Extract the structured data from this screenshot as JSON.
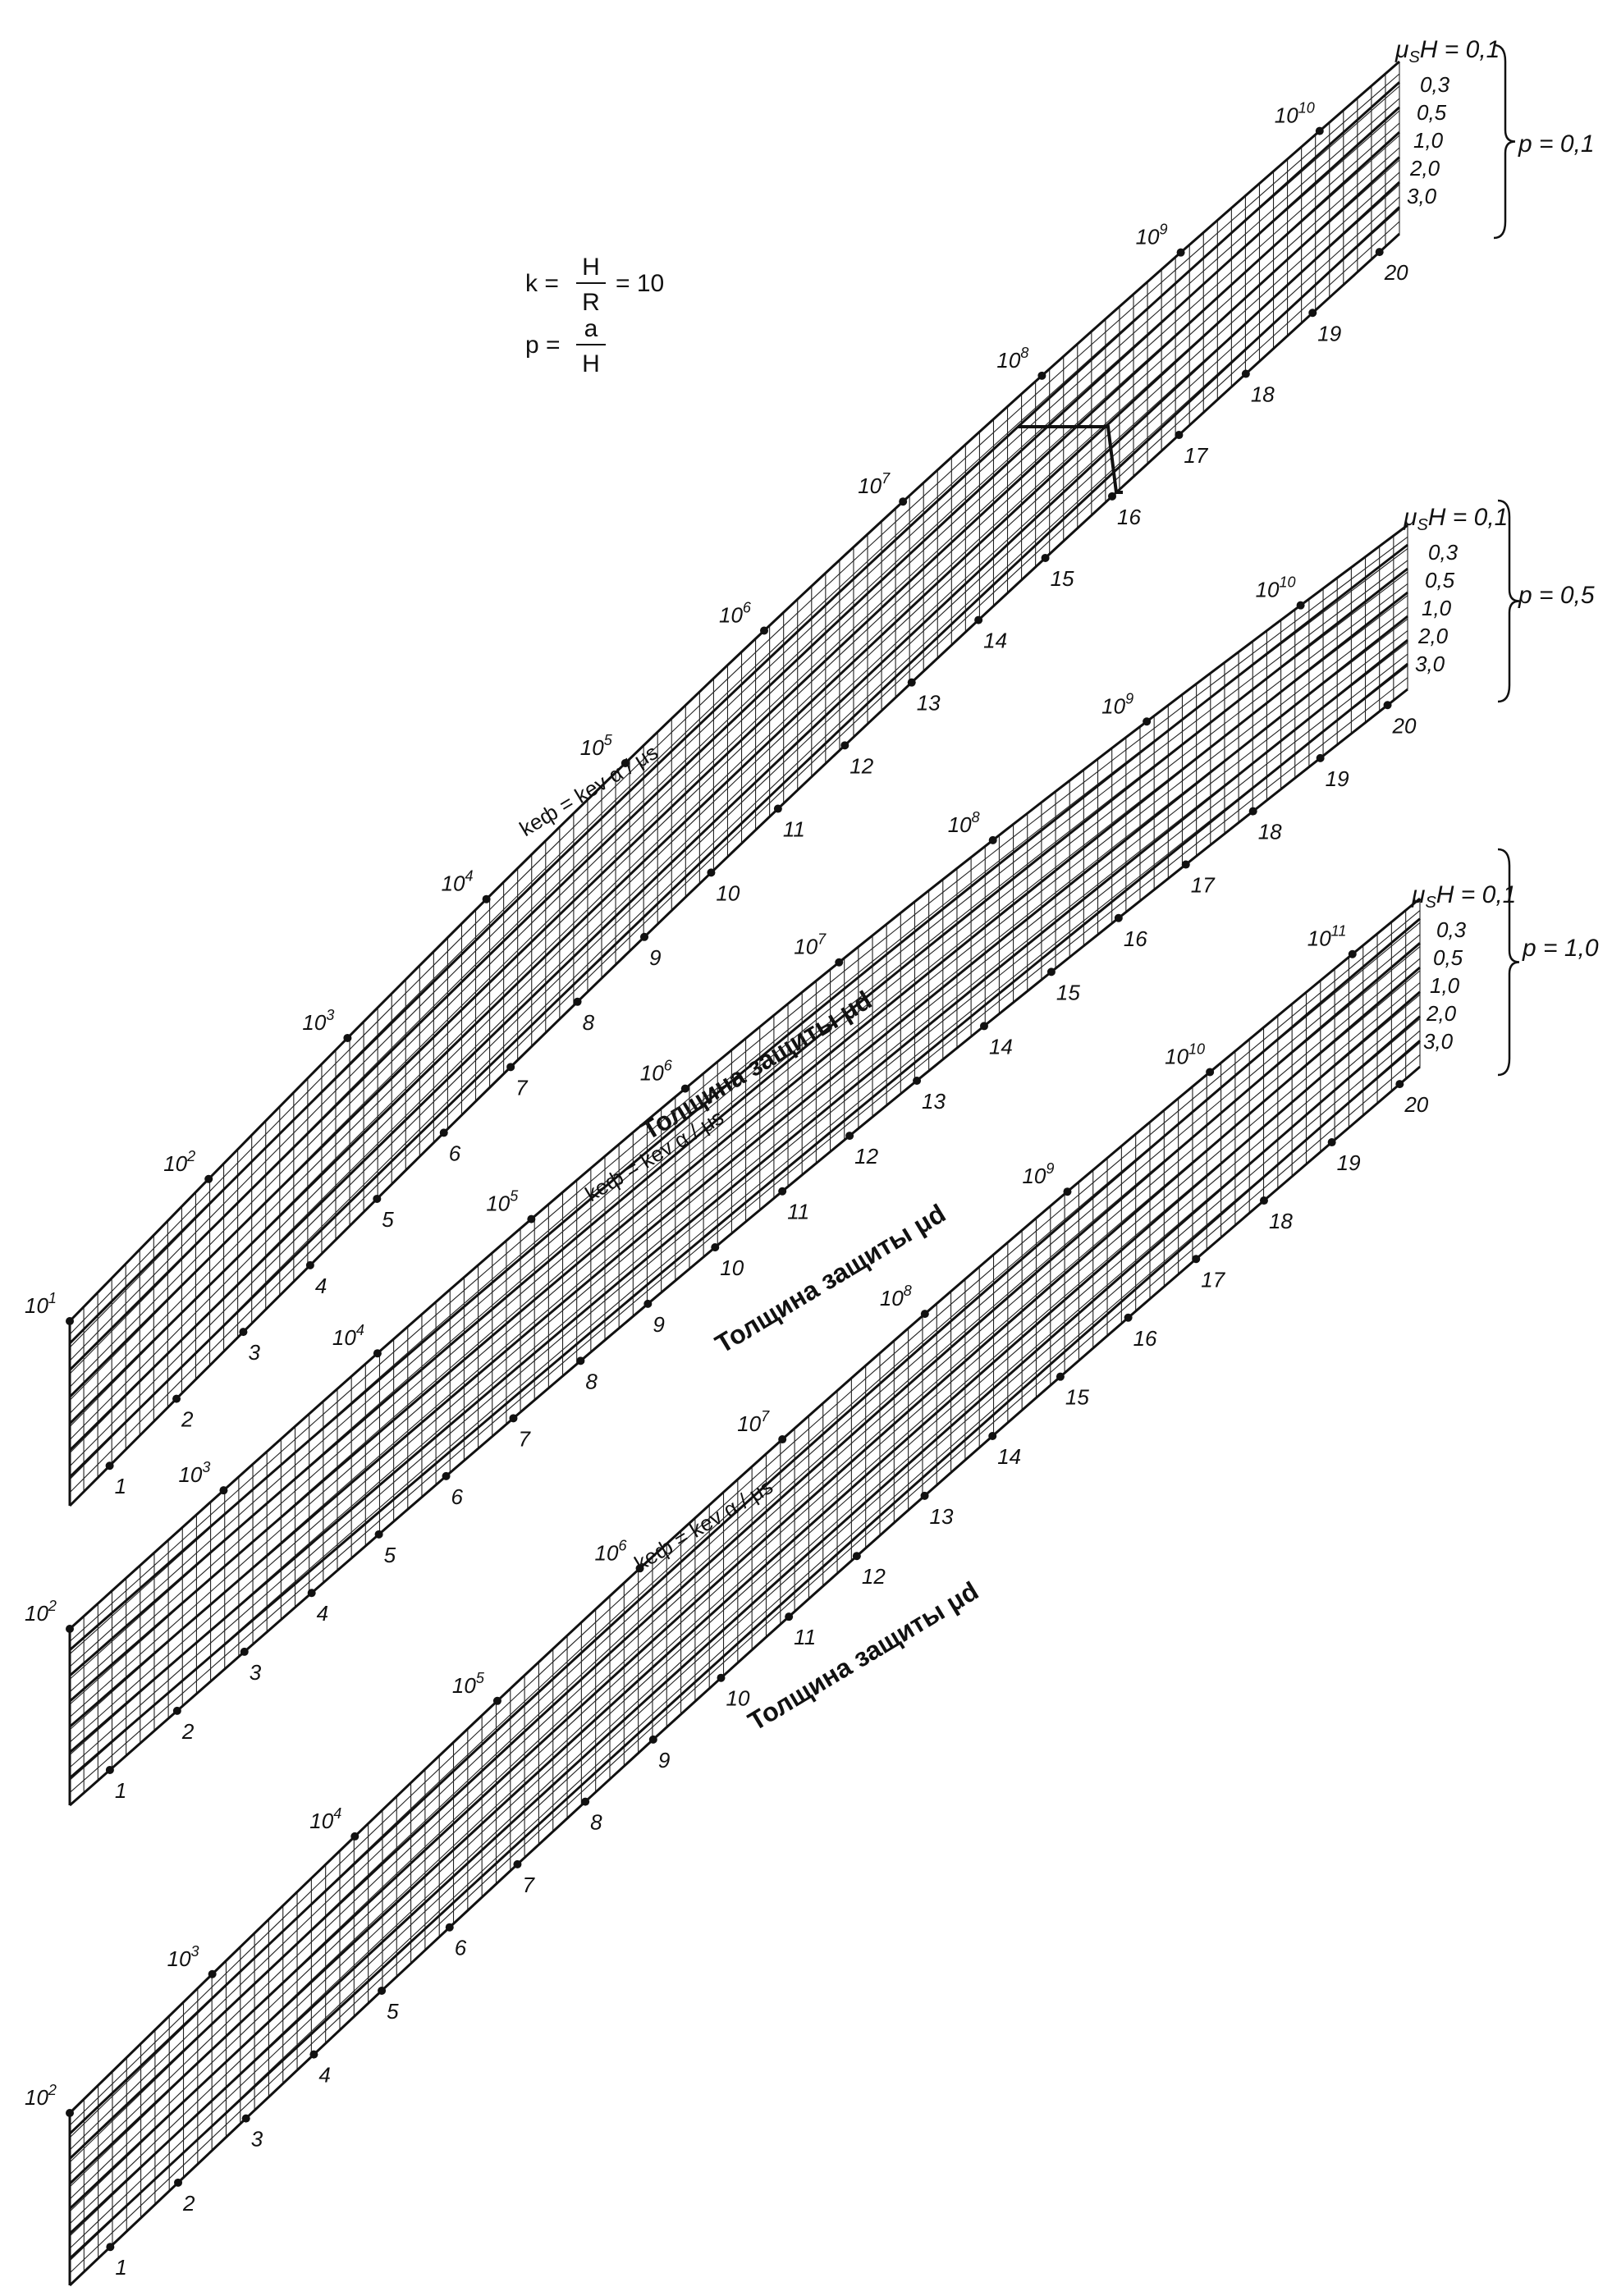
{
  "formulas": {
    "k_lhs": "k =",
    "k_num": "H",
    "k_den": "R",
    "k_rhs": "= 10",
    "p_lhs": "p =",
    "p_num": "a",
    "p_den": "H"
  },
  "chart_data": [
    {
      "type": "nomogram",
      "p_label": "p = 0,1",
      "mu_label": "μ",
      "mu_sub": "S",
      "mu_rest": "H = 0,1",
      "curve_labels": [
        "0,3",
        "0,5",
        "1,0",
        "2,0",
        "3,0"
      ],
      "keff_label": "kеф = kev α / μs",
      "thickness_label": "Толщина защиты μd",
      "k_start": 1,
      "k_ticks": [
        {
          "exp": "1",
          "base": "10"
        },
        {
          "exp": "2",
          "base": "10"
        },
        {
          "exp": "3",
          "base": "10"
        },
        {
          "exp": "4",
          "base": "10"
        },
        {
          "exp": "5",
          "base": "10"
        },
        {
          "exp": "6",
          "base": "10"
        },
        {
          "exp": "7",
          "base": "10"
        },
        {
          "exp": "8",
          "base": "10"
        },
        {
          "exp": "9",
          "base": "10"
        },
        {
          "exp": "10",
          "base": "10"
        }
      ],
      "thickness_ticks": [
        "1",
        "2",
        "3",
        "4",
        "5",
        "6",
        "7",
        "8",
        "9",
        "10",
        "11",
        "12",
        "13",
        "14",
        "15",
        "16",
        "17",
        "18",
        "19",
        "20"
      ]
    },
    {
      "type": "nomogram",
      "p_label": "p = 0,5",
      "mu_label": "μ",
      "mu_sub": "S",
      "mu_rest": "H = 0,1",
      "curve_labels": [
        "0,3",
        "0,5",
        "1,0",
        "2,0",
        "3,0"
      ],
      "keff_label": "kеф = kev α / μs",
      "thickness_label": "Толщина защиты μd",
      "k_start": 2,
      "k_ticks": [
        {
          "exp": "2",
          "base": "10"
        },
        {
          "exp": "3",
          "base": "10"
        },
        {
          "exp": "4",
          "base": "10"
        },
        {
          "exp": "5",
          "base": "10"
        },
        {
          "exp": "6",
          "base": "10"
        },
        {
          "exp": "7",
          "base": "10"
        },
        {
          "exp": "8",
          "base": "10"
        },
        {
          "exp": "9",
          "base": "10"
        },
        {
          "exp": "10",
          "base": "10"
        }
      ],
      "thickness_ticks": [
        "1",
        "2",
        "3",
        "4",
        "5",
        "6",
        "7",
        "8",
        "9",
        "10",
        "11",
        "12",
        "13",
        "14",
        "15",
        "16",
        "17",
        "18",
        "19",
        "20"
      ]
    },
    {
      "type": "nomogram",
      "p_label": "p = 1,0",
      "mu_label": "μ",
      "mu_sub": "S",
      "mu_rest": "H = 0,1",
      "curve_labels": [
        "0,3",
        "0,5",
        "1,0",
        "2,0",
        "3,0"
      ],
      "keff_label": "kеф = kev α / μs",
      "thickness_label": "Толщина защиты μd",
      "k_start": 2,
      "k_ticks": [
        {
          "exp": "2",
          "base": "10"
        },
        {
          "exp": "3",
          "base": "10"
        },
        {
          "exp": "4",
          "base": "10"
        },
        {
          "exp": "5",
          "base": "10"
        },
        {
          "exp": "6",
          "base": "10"
        },
        {
          "exp": "7",
          "base": "10"
        },
        {
          "exp": "8",
          "base": "10"
        },
        {
          "exp": "9",
          "base": "10"
        },
        {
          "exp": "10",
          "base": "10"
        },
        {
          "exp": "11",
          "base": "10"
        }
      ],
      "thickness_ticks": [
        "1",
        "2",
        "3",
        "4",
        "5",
        "6",
        "7",
        "8",
        "9",
        "10",
        "11",
        "12",
        "13",
        "14",
        "15",
        "16",
        "17",
        "18",
        "19",
        "20"
      ]
    }
  ]
}
